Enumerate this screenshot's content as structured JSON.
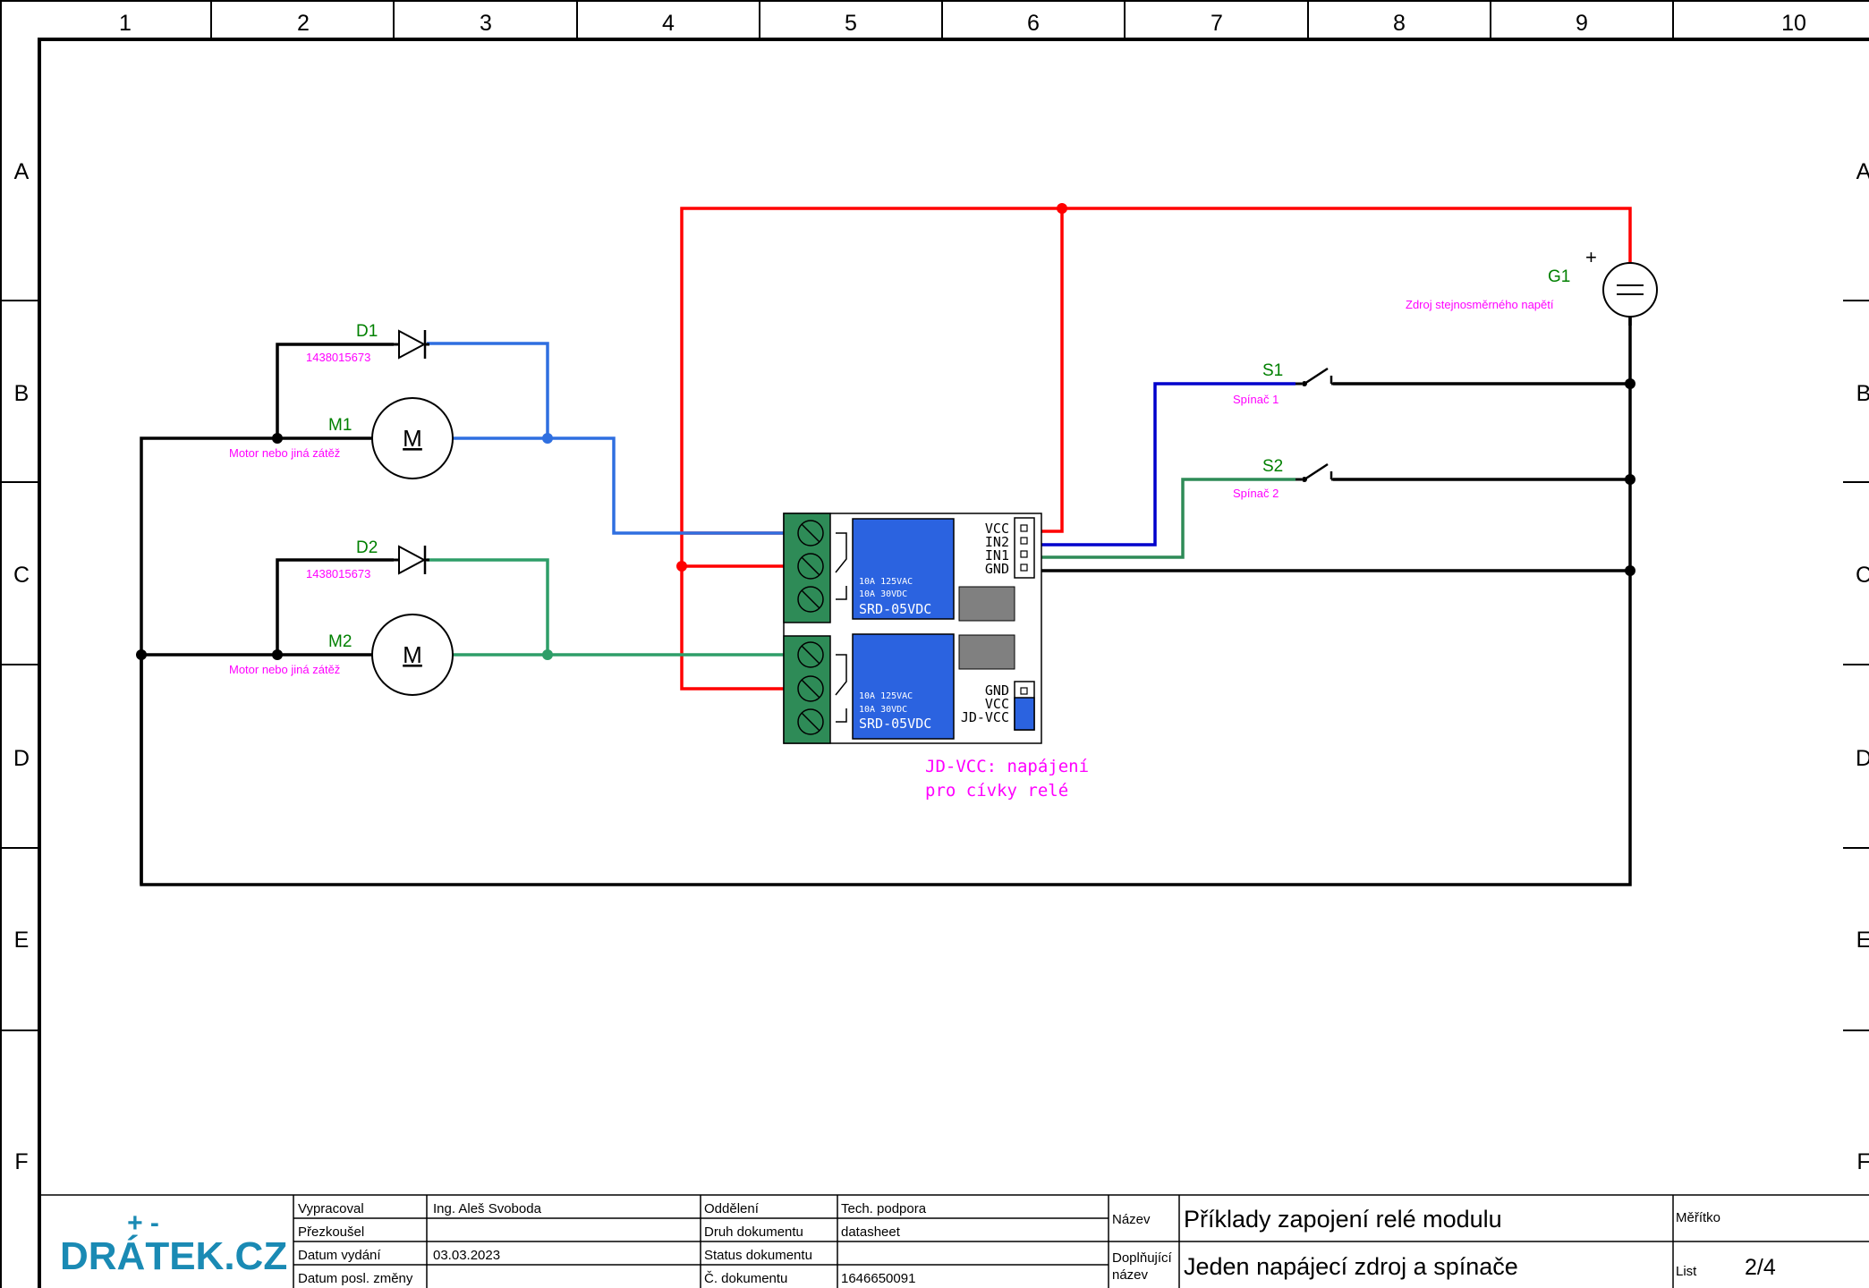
{
  "frame": {
    "columns": [
      "1",
      "2",
      "3",
      "4",
      "5",
      "6",
      "7",
      "8",
      "9",
      "10"
    ],
    "rows": [
      "A",
      "B",
      "C",
      "D",
      "E",
      "F"
    ]
  },
  "components": {
    "d1": {
      "ref": "D1",
      "part": "1438015673"
    },
    "d2": {
      "ref": "D2",
      "part": "1438015673"
    },
    "m1": {
      "ref": "M1",
      "desc": "Motor nebo jiná zátěž",
      "symbol": "M"
    },
    "m2": {
      "ref": "M2",
      "desc": "Motor nebo jiná zátěž",
      "symbol": "M"
    },
    "s1": {
      "ref": "S1",
      "desc": "Spínač 1"
    },
    "s2": {
      "ref": "S2",
      "desc": "Spínač 2"
    },
    "g1": {
      "ref": "G1",
      "desc": "Zdroj stejnosměrného napětí",
      "polarity": "+"
    }
  },
  "relay_module": {
    "relay_top": {
      "rating1": "10A 125VAC",
      "rating2": "10A 30VDC",
      "model": "SRD-05VDC"
    },
    "relay_bottom": {
      "rating1": "10A 125VAC",
      "rating2": "10A 30VDC",
      "model": "SRD-05VDC"
    },
    "input_pins": [
      "VCC",
      "IN2",
      "IN1",
      "GND"
    ],
    "jumper_pins": [
      "GND",
      "VCC",
      "JD-VCC"
    ],
    "note_line1": "JD-VCC: napájení",
    "note_line2": "pro cívky relé"
  },
  "wire_colors": {
    "power": "#ff0000",
    "in2": "#0000cc",
    "in1": "#2e8b57",
    "load1": "#2f6fe0",
    "load2": "#2e9e68",
    "ground": "#000000"
  },
  "title_block": {
    "logo_marks": "+ -",
    "logo": "DRÁTEK.CZ",
    "rows": [
      {
        "label": "Vypracoval",
        "value": "Ing. Aleš Svoboda",
        "label2": "Oddělení",
        "value2": "Tech. podpora"
      },
      {
        "label": "Přezkoušel",
        "value": "",
        "label2": "Druh dokumentu",
        "value2": "datasheet"
      },
      {
        "label": "Datum vydání",
        "value": "03.03.2023",
        "label2": "Status dokumentu",
        "value2": ""
      },
      {
        "label": "Datum posl. změny",
        "value": "",
        "label2": "Č. dokumentu",
        "value2": "1646650091"
      }
    ],
    "name_label": "Název",
    "name": "Příklady zapojení relé modulu",
    "subname_label1": "Doplňující",
    "subname_label2": "název",
    "subname": "Jeden napájecí zdroj a spínače",
    "scale_label": "Měřítko",
    "sheet_label": "List",
    "sheet": "2/4"
  }
}
